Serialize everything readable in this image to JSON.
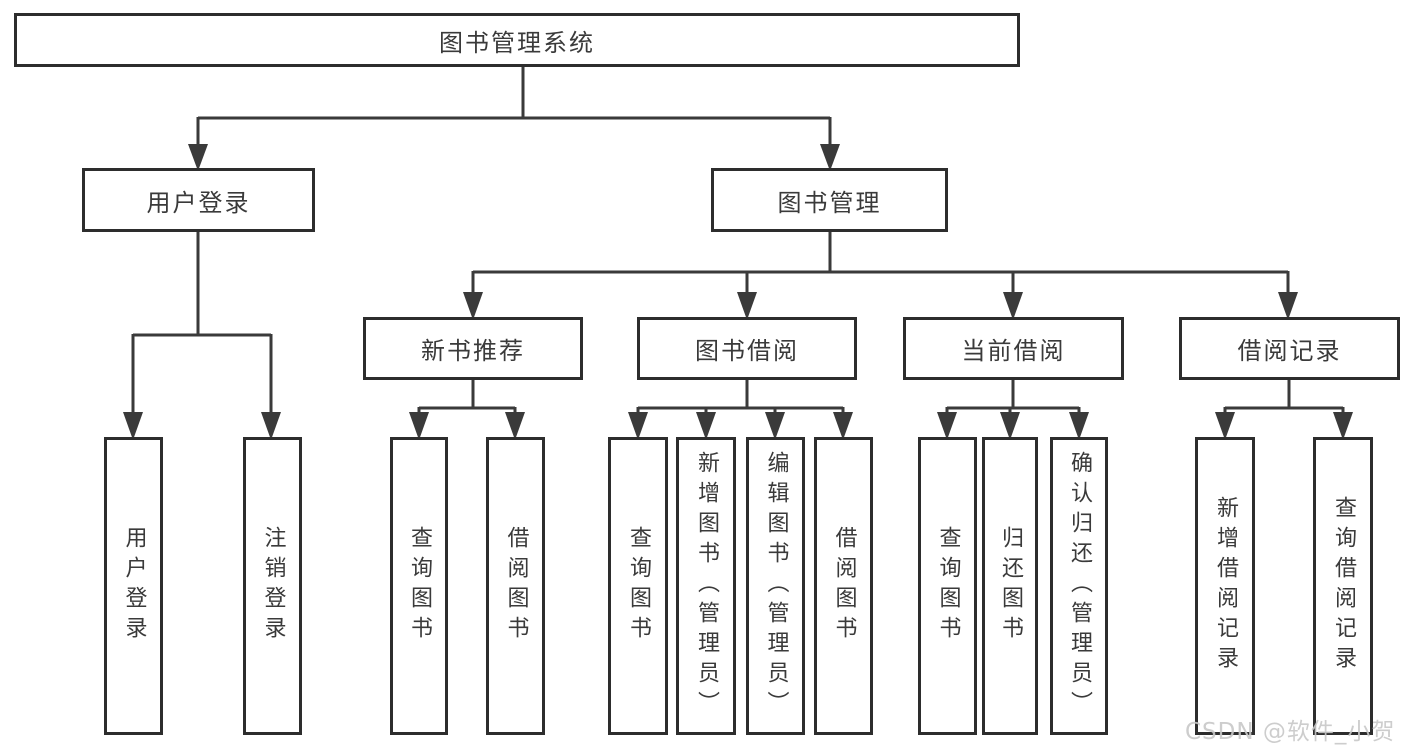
{
  "tree": {
    "root": {
      "label": "图书管理系统"
    },
    "children": [
      {
        "label": "用户登录",
        "children": [
          {
            "label": "用户登录"
          },
          {
            "label": "注销登录"
          }
        ]
      },
      {
        "label": "图书管理",
        "children": [
          {
            "label": "新书推荐",
            "children": [
              {
                "label": "查询图书"
              },
              {
                "label": "借阅图书"
              }
            ]
          },
          {
            "label": "图书借阅",
            "children": [
              {
                "label": "查询图书"
              },
              {
                "label": "新增图书（管理员）"
              },
              {
                "label": "编辑图书（管理员）"
              },
              {
                "label": "借阅图书"
              }
            ]
          },
          {
            "label": "当前借阅",
            "children": [
              {
                "label": "查询图书"
              },
              {
                "label": "归还图书"
              },
              {
                "label": "确认归还（管理员）"
              }
            ]
          },
          {
            "label": "借阅记录",
            "children": [
              {
                "label": "新增借阅记录"
              },
              {
                "label": "查询借阅记录"
              }
            ]
          }
        ]
      }
    ]
  },
  "watermark": {
    "text": "CSDN @软件_小贺同学"
  },
  "colors": {
    "line": "#3a3a3a",
    "box_border": "#2d2d2d",
    "text": "#3a3a3a",
    "watermark": "#c8c8c8",
    "background": "#ffffff"
  }
}
